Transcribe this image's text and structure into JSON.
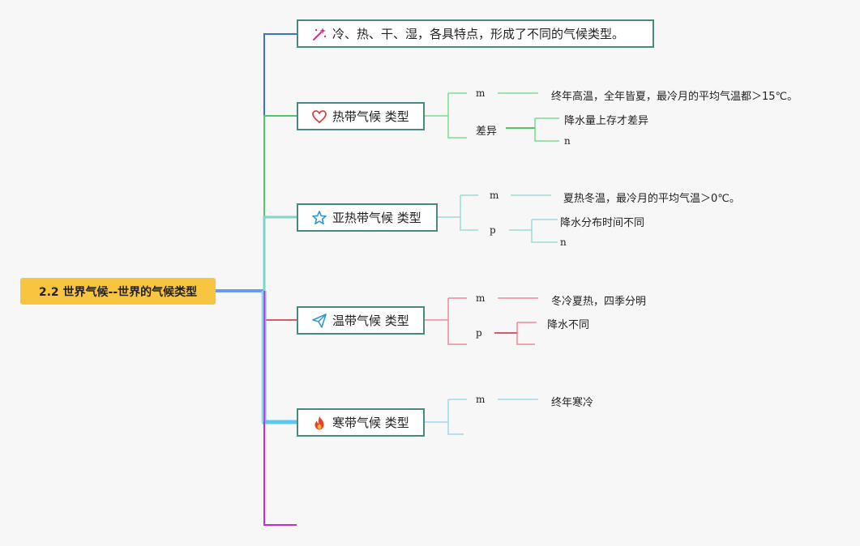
{
  "root": {
    "label": "2.2 世界气候--世界的气候类型"
  },
  "colors": {
    "root_fill": "#f9c440",
    "trunk": "#5b8ff0",
    "branch_border": "#4a8a7e",
    "intro_line": "#3b6fd1",
    "tropical_line": "#4fc76a",
    "subtropical_line": "#7fd3c9",
    "temperate_line": "#e0566a",
    "frigid_line": "#7fd0ef",
    "empty_line": "#c030d0"
  },
  "intro": {
    "icon": "magic-wand-icon",
    "label": "冷、热、干、湿，各具特点，形成了不同的气候类型。"
  },
  "branches": [
    {
      "icon": "heart-icon",
      "label": "热带气候 类型",
      "sub1": {
        "label": "m",
        "text": "终年高温，全年皆夏，最冷月的平均气温都＞15℃。"
      },
      "sub2": {
        "label": "差异",
        "items": [
          "降水量上存才差异",
          "n"
        ]
      }
    },
    {
      "icon": "star-icon",
      "label": "亚热带气候 类型",
      "sub1": {
        "label": "m",
        "text": "夏热冬温，最冷月的平均气温＞0℃。"
      },
      "sub2": {
        "label": "p",
        "items": [
          "降水分布时间不同",
          "n"
        ]
      }
    },
    {
      "icon": "paper-plane-icon",
      "label": "温带气候 类型",
      "sub1": {
        "label": "m",
        "text": "冬冷夏热，四季分明"
      },
      "sub2": {
        "label": "p",
        "items": [
          "降水不同",
          ""
        ]
      }
    },
    {
      "icon": "fire-icon",
      "label": "寒带气候 类型",
      "sub1": {
        "label": "m",
        "text": "终年寒冷"
      }
    }
  ]
}
